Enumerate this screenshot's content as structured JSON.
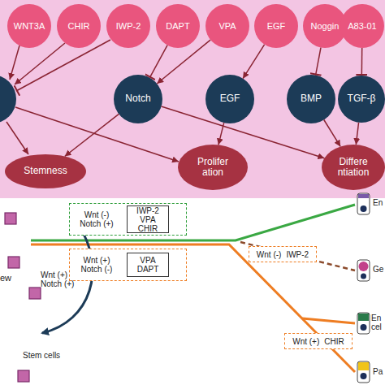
{
  "diagram": {
    "nodes": [
      {
        "text": [
          "WNT3A"
        ]
      },
      {
        "text": [
          "CHIR"
        ]
      },
      {
        "text": [
          "IWP-2"
        ]
      },
      {
        "text": [
          "DAPT"
        ]
      },
      {
        "text": [
          "VPA"
        ]
      },
      {
        "text": [
          "EGF"
        ]
      },
      {
        "text": [
          "Noggin"
        ]
      },
      {
        "text": [
          "A83-01"
        ]
      },
      {
        "text": [
          "Notch"
        ]
      },
      {
        "text": [
          "EGF"
        ]
      },
      {
        "text": [
          "BMP"
        ]
      },
      {
        "text": [
          "TGF-β"
        ]
      },
      {
        "text": [
          "Stemness"
        ]
      },
      {
        "text": [
          "Prolifer ation"
        ]
      },
      {
        "text": [
          "Differe ntiation"
        ]
      },
      {
        "text": [
          "Wnt (-) Notch (+)"
        ]
      },
      {
        "text": [
          "IWP-2 VPA CHIR"
        ],
        "in": 15
      },
      {
        "text": [
          "Wnt (+) Notch (-)"
        ]
      },
      {
        "text": [
          "VPA DAPT"
        ],
        "in": 17
      },
      {
        "text": [
          "Wnt (-)",
          "IWP-2"
        ]
      },
      {
        "text": [
          "Wnt (+)",
          "CHIR"
        ]
      }
    ],
    "edges": [
      {
        "from": 3,
        "to": 8,
        "arrow": "to"
      },
      {
        "from": 4,
        "to": 8,
        "arrow": "to"
      },
      {
        "from": 5,
        "to": 9,
        "arrow": "to"
      },
      {
        "from": 6,
        "to": 10,
        "arrow": "to"
      },
      {
        "from": 7,
        "to": 11,
        "arrow": "to"
      },
      {
        "from": 8,
        "to": 12,
        "arrow": "to"
      },
      {
        "from": 8,
        "to": 14,
        "arrow": "to"
      },
      {
        "from": 9,
        "to": 13,
        "arrow": "to"
      },
      {
        "from": 10,
        "to": 14,
        "arrow": "to"
      },
      {
        "from": 11,
        "to": 14,
        "arrow": "to"
      }
    ],
    "labels": [
      "ew",
      "Wnt (+) Notch (+)",
      "Stem cells",
      "En",
      "Ge",
      "En cel",
      "Pa"
    ]
  }
}
